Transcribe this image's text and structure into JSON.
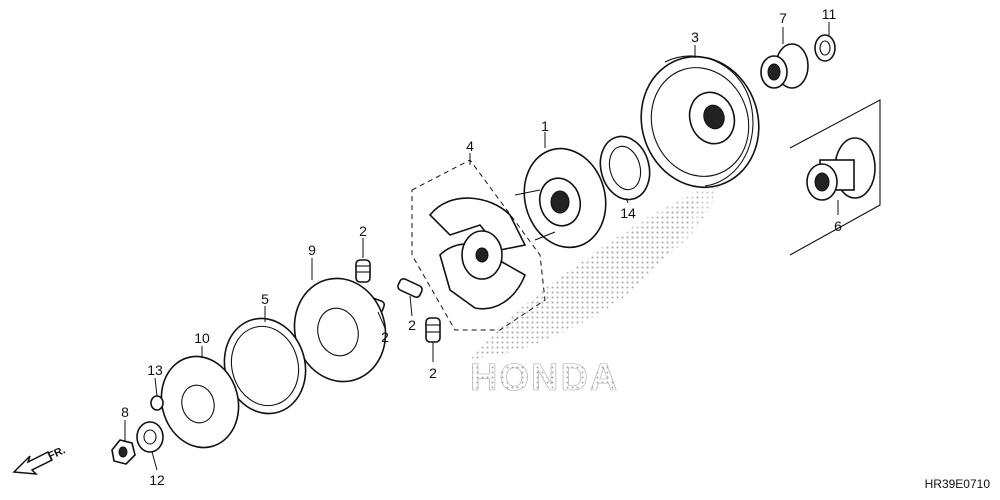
{
  "brand_watermark": "HONDA",
  "diagram_code": "HR39E0710",
  "direction_label": "FR.",
  "callouts": {
    "c1": "1",
    "c2a": "2",
    "c2b": "2",
    "c2c": "2",
    "c2d": "2",
    "c3": "3",
    "c4": "4",
    "c5": "5",
    "c6": "6",
    "c7": "7",
    "c8": "8",
    "c9": "9",
    "c10": "10",
    "c11": "11",
    "c12": "12",
    "c13": "13",
    "c14": "14"
  }
}
